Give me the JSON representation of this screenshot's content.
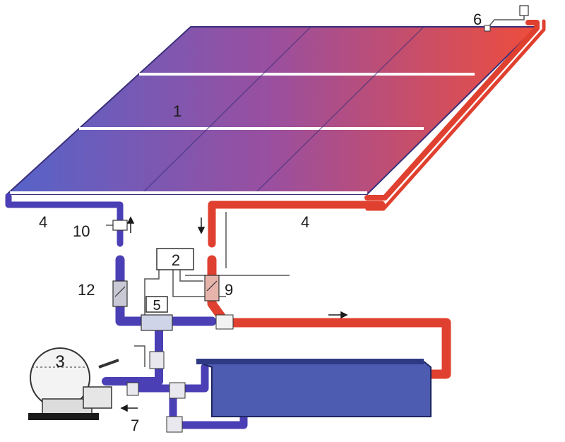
{
  "colors": {
    "cold_pipe": "#4a3fb5",
    "hot_pipe": "#e0402f",
    "panel_cold": "#5563c9",
    "panel_mid": "#9a4f9f",
    "panel_hot": "#ee4d3c",
    "pool": "#4d5bb0",
    "wire": "#555555"
  },
  "labels": {
    "collector": "1",
    "controller": "2",
    "filter": "3",
    "pipe_left": "4",
    "pipe_right": "4",
    "valve_5": "5",
    "sensor_6": "6",
    "valve_7": "7",
    "check_valve_9": "9",
    "vent_10": "10",
    "check_valve_12": "12"
  },
  "icons": {
    "flow_arrow_up": "arrow-up-icon",
    "flow_arrow_down": "arrow-down-icon",
    "flow_arrow_right": "arrow-right-icon",
    "flow_arrow_left": "arrow-left-icon"
  }
}
